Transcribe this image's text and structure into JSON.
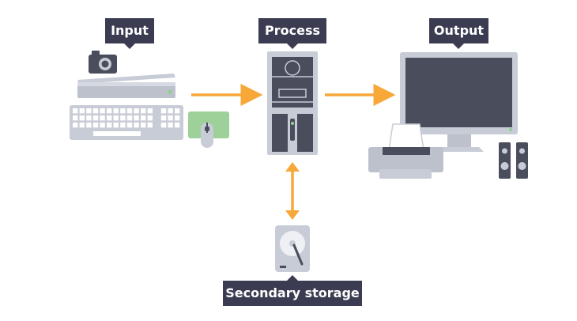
{
  "labels": {
    "input": "Input",
    "process": "Process",
    "output": "Output",
    "secondary_storage": "Secondary storage"
  },
  "colors": {
    "label_bg": "#3b3b52",
    "label_text": "#ffffff",
    "arrow": "#f7a838",
    "device_grey": "#c8ccd6",
    "device_dark": "#4a4d5c",
    "mouse_pad": "#9ed09a"
  },
  "icons": [
    "camera-icon",
    "scanner-icon",
    "keyboard-icon",
    "mouse-icon",
    "computer-tower-icon",
    "monitor-icon",
    "printer-icon",
    "speakers-icon",
    "hard-drive-icon"
  ]
}
